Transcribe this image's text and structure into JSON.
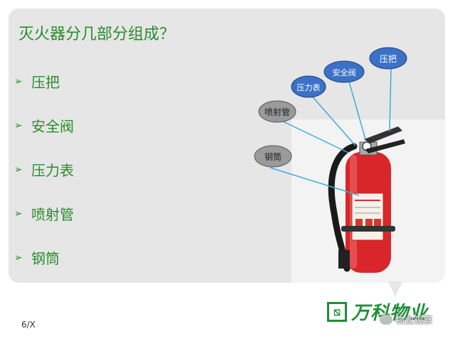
{
  "title": "灭火器分几部分组成？",
  "items": [
    "压把",
    "安全阀",
    "压力表",
    "喷射管",
    "钢筒"
  ],
  "callouts": [
    "压把",
    "安全阀",
    "压力表",
    "喷射管",
    "钢筒"
  ],
  "page_number": "6/X",
  "logo": {
    "text": "万科物业",
    "icon": "vanke-logo-icon"
  },
  "watermark": {
    "text": "物业观察",
    "icon": "wechat-icon"
  },
  "colors": {
    "text": "#2a8c2a",
    "callout_line": "#3aaed8",
    "callout_fill": "#3b72c7",
    "callout_gray": "#9a9a9a"
  }
}
